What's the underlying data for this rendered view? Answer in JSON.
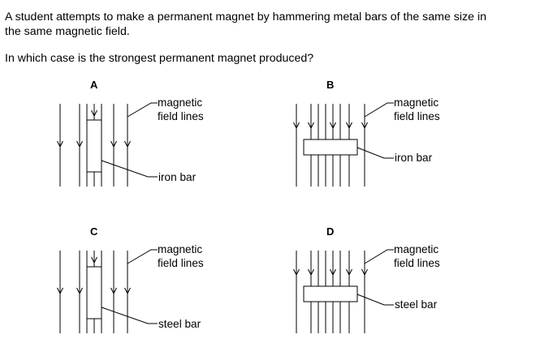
{
  "question": {
    "stem_line1": "A student attempts to make a permanent magnet by hammering metal bars of the same size in",
    "stem_line2": "the same magnetic field.",
    "ask": "In which case is the strongest permanent magnet produced?"
  },
  "options": [
    {
      "letter": "A",
      "label_line1": "magnetic",
      "label_line2": "field lines",
      "bar_label": "iron bar"
    },
    {
      "letter": "B",
      "label_line1": "magnetic",
      "label_line2": "field lines",
      "bar_label": "iron bar"
    },
    {
      "letter": "C",
      "label_line1": "magnetic",
      "label_line2": "field lines",
      "bar_label": "steel bar"
    },
    {
      "letter": "D",
      "label_line1": "magnetic",
      "label_line2": "field lines",
      "bar_label": "steel bar"
    }
  ]
}
